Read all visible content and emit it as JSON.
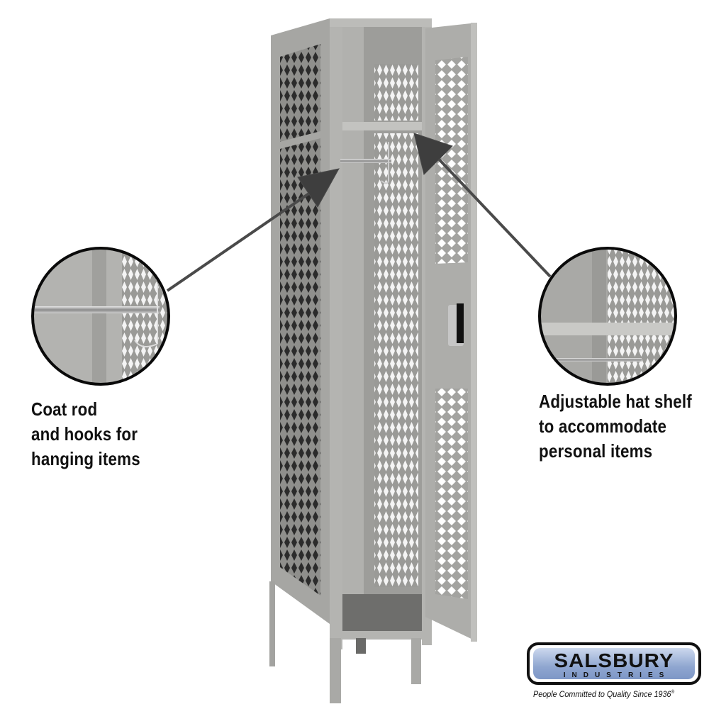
{
  "product": {
    "type": "single-tier ventilated metal locker, door open",
    "color": "#a9a9a7"
  },
  "callouts": [
    {
      "id": "coat-rod",
      "lines": [
        "Coat rod",
        "and hooks for",
        "hanging items"
      ]
    },
    {
      "id": "hat-shelf",
      "lines": [
        "Adjustable hat shelf",
        "to accommodate",
        "personal items"
      ]
    }
  ],
  "brand": {
    "name": "SALSBURY",
    "subname": "INDUSTRIES",
    "tagline": "People Committed to Quality Since 1936",
    "registered_mark": "®",
    "colors": {
      "badge_top": "#cdd9ee",
      "badge_bottom": "#7e97c6",
      "outline": "#111111"
    }
  }
}
